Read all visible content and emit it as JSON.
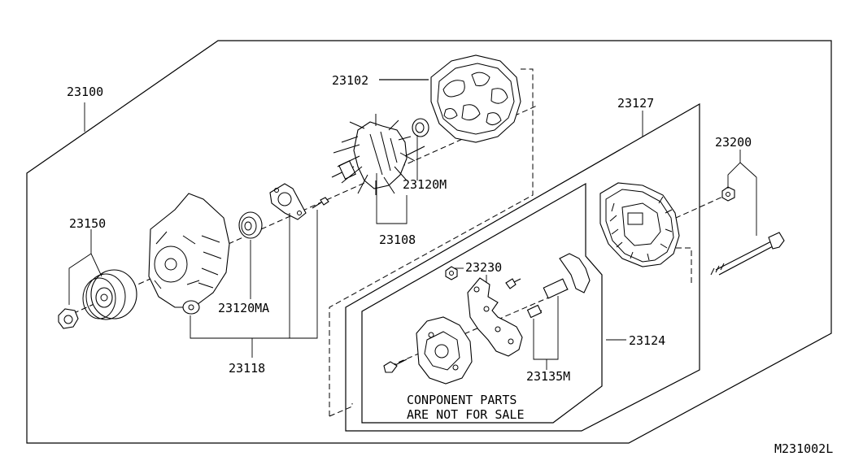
{
  "labels": {
    "assembly": "23100",
    "stator": "23102",
    "rotor_bearing": "23120M",
    "rotor": "23108",
    "pulley": "23150",
    "front_bearing": "23120MA",
    "front_housing": "23118",
    "rear_housing": "23127",
    "through_bolt": "23200",
    "rectifier_kit": "23124",
    "regulator": "23230",
    "brush": "23135M"
  },
  "notice": {
    "line1": "CONPONENT PARTS",
    "line2": "ARE NOT FOR SALE"
  },
  "drawing_number": "M231002L"
}
